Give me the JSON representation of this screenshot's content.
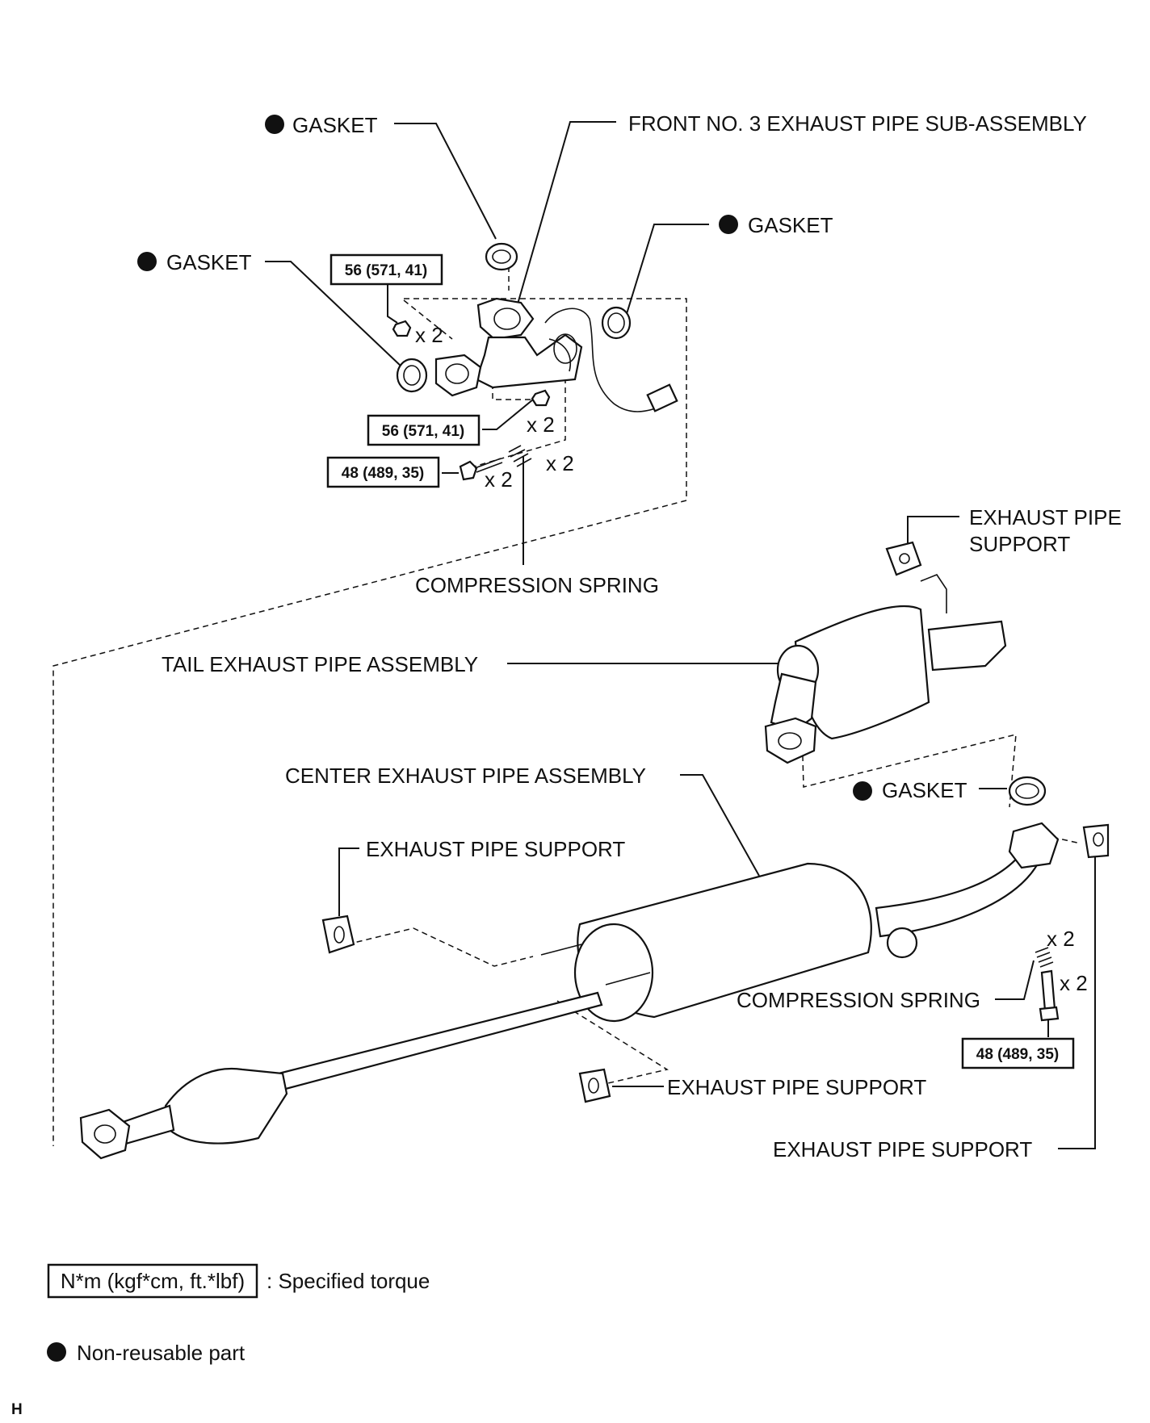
{
  "labels": {
    "gasket_top": "GASKET",
    "front_pipe": "FRONT NO. 3 EXHAUST PIPE SUB-ASSEMBLY",
    "gasket_right": "GASKET",
    "gasket_left": "GASKET",
    "compression_spring_top": "COMPRESSION SPRING",
    "exhaust_support_tail_line1": "EXHAUST PIPE",
    "exhaust_support_tail_line2": "SUPPORT",
    "tail_pipe": "TAIL EXHAUST PIPE ASSEMBLY",
    "center_pipe": "CENTER EXHAUST PIPE ASSEMBLY",
    "gasket_center": "GASKET",
    "exhaust_support_left": "EXHAUST PIPE SUPPORT",
    "compression_spring_bottom": "COMPRESSION SPRING",
    "exhaust_support_bottom": "EXHAUST PIPE SUPPORT",
    "exhaust_support_right": "EXHAUST PIPE SUPPORT"
  },
  "torques": {
    "t1": "56 (571, 41)",
    "t2": "56 (571, 41)",
    "t3": "48 (489, 35)",
    "t4": "48 (489, 35)"
  },
  "quantities": {
    "q1": "x 2",
    "q2": "x 2",
    "q3": "x 2",
    "q4": "x 2",
    "q5": "x 2",
    "q6": "x 2"
  },
  "legend": {
    "torque_box": "N*m (kgf*cm, ft.*lbf)",
    "torque_desc": ": Specified torque",
    "nonreusable_desc": "Non-reusable part"
  },
  "code": "H"
}
